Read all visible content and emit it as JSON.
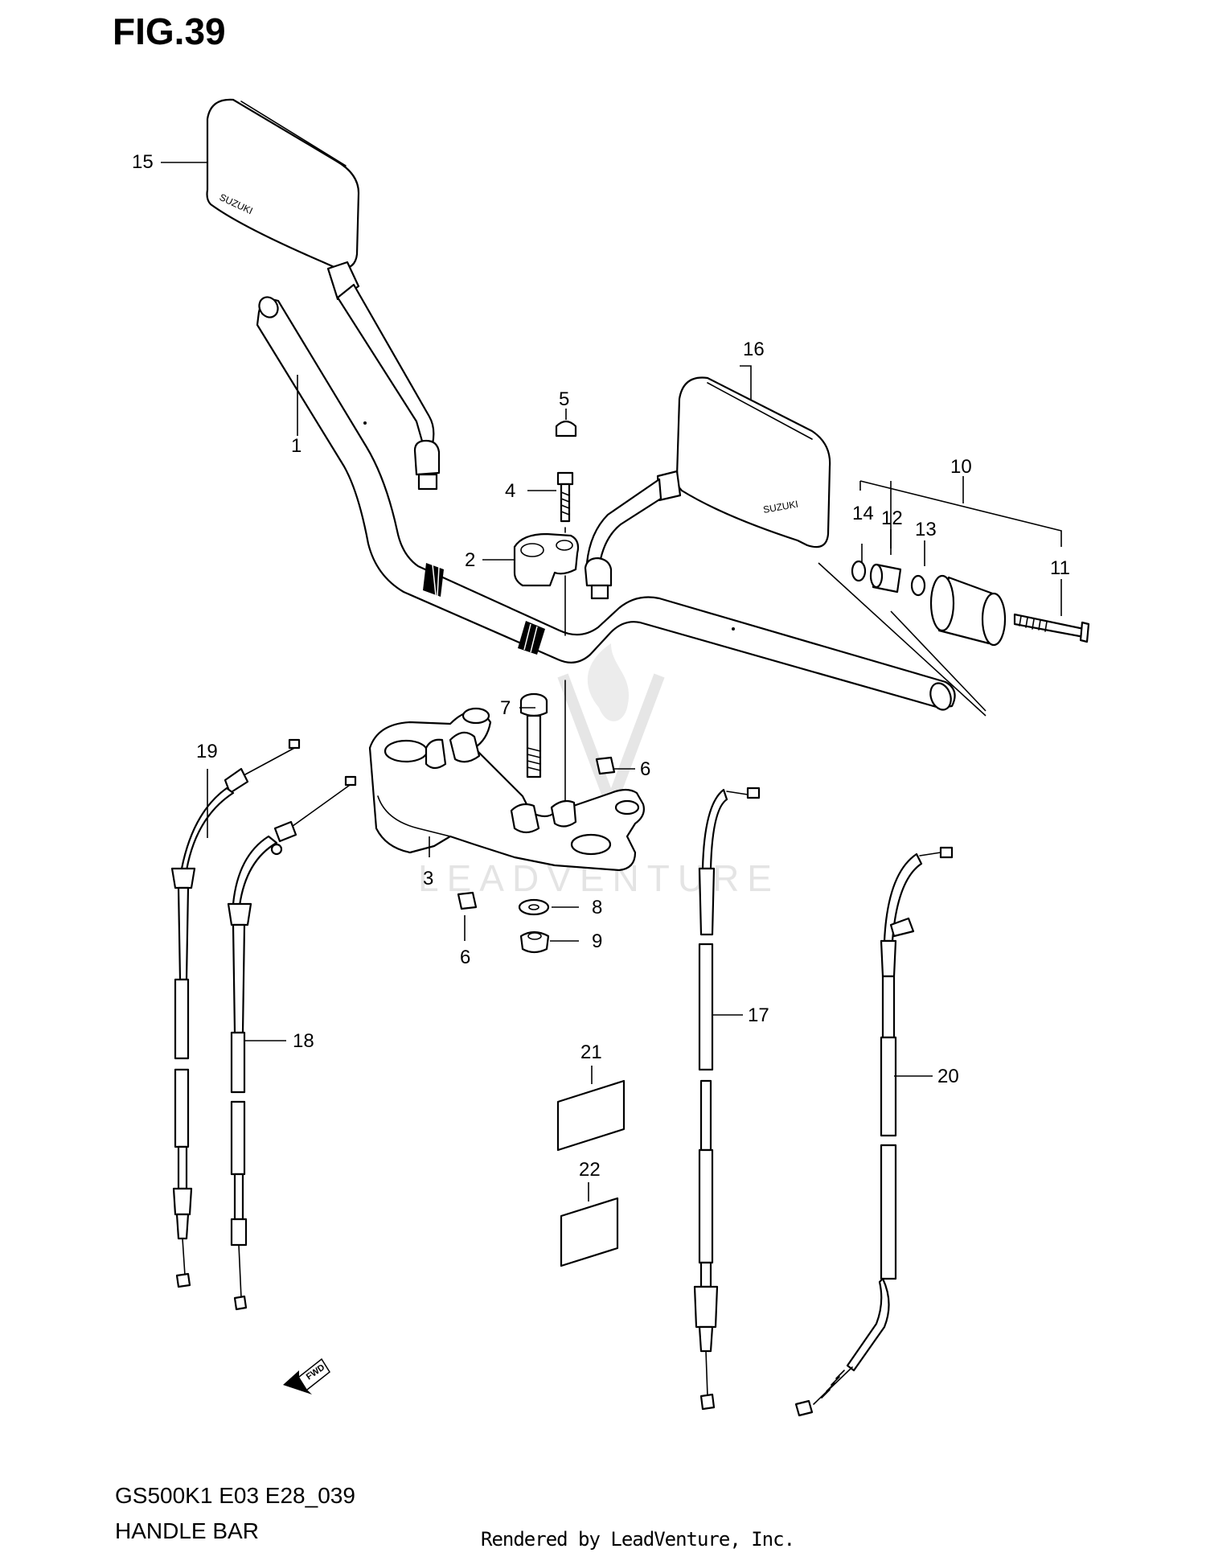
{
  "figure": {
    "title": "FIG.39"
  },
  "footer": {
    "model": "GS500K1 E03 E28_039",
    "name": "HANDLE BAR",
    "credit": "Rendered by LeadVenture, Inc."
  },
  "watermark": {
    "text": "LEADVENTURE"
  },
  "mirror_brand": "SUZUKI",
  "direction_marker": "FWD",
  "callouts": {
    "c1": "1",
    "c2": "2",
    "c3": "3",
    "c4": "4",
    "c5": "5",
    "c6a": "6",
    "c6b": "6",
    "c7": "7",
    "c8": "8",
    "c9": "9",
    "c10": "10",
    "c11": "11",
    "c12": "12",
    "c13": "13",
    "c14": "14",
    "c15": "15",
    "c16": "16",
    "c17": "17",
    "c18": "18",
    "c19": "19",
    "c20": "20",
    "c21": "21",
    "c22": "22"
  }
}
